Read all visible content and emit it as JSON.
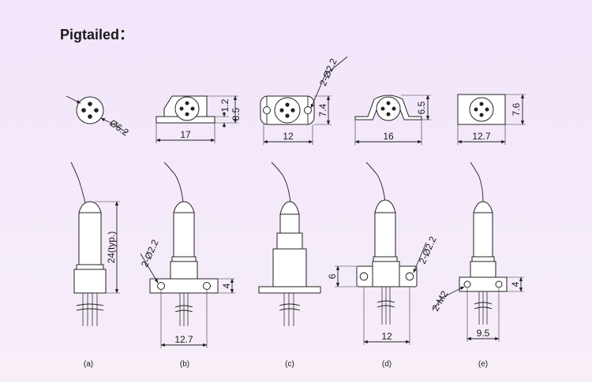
{
  "title": "Pigtailed：",
  "top_views": {
    "a": {
      "dims": [
        "Ø6.2"
      ]
    },
    "b": {
      "dims": [
        "1.2",
        "8.5",
        "17"
      ]
    },
    "c": {
      "dims": [
        "2-Ø2.2",
        "7.4",
        "12"
      ]
    },
    "d": {
      "dims": [
        "6.5",
        "16"
      ]
    },
    "e": {
      "dims": [
        "7.6",
        "12.7"
      ]
    }
  },
  "side_views": {
    "a": {
      "dims": [
        "24(typ.)"
      ],
      "caption": "(a)"
    },
    "b": {
      "dims": [
        "2-Ø2.2",
        "4",
        "12.7"
      ],
      "caption": "(b)"
    },
    "c": {
      "dims": [],
      "caption": "(c)"
    },
    "d": {
      "dims": [
        "6",
        "2-Ø2.2",
        "12"
      ],
      "caption": "(d)"
    },
    "e": {
      "dims": [
        "2-M2",
        "4",
        "9.5"
      ],
      "caption": "(e)"
    }
  },
  "colors": {
    "background": "#f1e6fb",
    "line": "#222222",
    "part_fill": "#ffffff"
  }
}
